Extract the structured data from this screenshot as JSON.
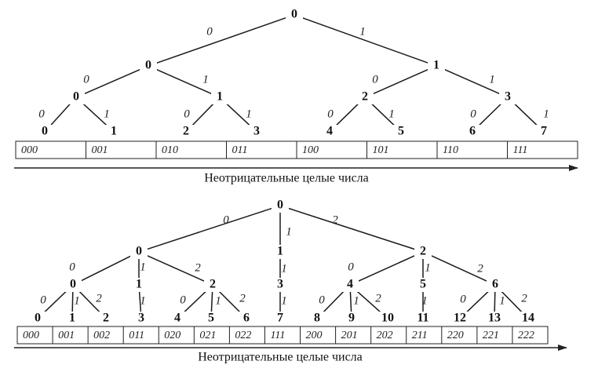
{
  "diagrams": [
    {
      "name": "binary",
      "nodes": [
        {
          "id": "a",
          "label": "0"
        },
        {
          "id": "b",
          "label": "0"
        },
        {
          "id": "c",
          "label": "1"
        },
        {
          "id": "d",
          "label": "0"
        },
        {
          "id": "e",
          "label": "1"
        },
        {
          "id": "f",
          "label": "2"
        },
        {
          "id": "g",
          "label": "3"
        },
        {
          "id": "h",
          "label": "0"
        },
        {
          "id": "i",
          "label": "1"
        },
        {
          "id": "j",
          "label": "2"
        },
        {
          "id": "k",
          "label": "3"
        },
        {
          "id": "l",
          "label": "4"
        },
        {
          "id": "m",
          "label": "5"
        },
        {
          "id": "n",
          "label": "6"
        },
        {
          "id": "o",
          "label": "7"
        }
      ],
      "edges": [
        {
          "from": "a",
          "to": "b",
          "label": "0"
        },
        {
          "from": "a",
          "to": "c",
          "label": "1"
        },
        {
          "from": "b",
          "to": "d",
          "label": "0"
        },
        {
          "from": "b",
          "to": "e",
          "label": "1"
        },
        {
          "from": "c",
          "to": "f",
          "label": "0"
        },
        {
          "from": "c",
          "to": "g",
          "label": "1"
        },
        {
          "from": "d",
          "to": "h",
          "label": "0"
        },
        {
          "from": "d",
          "to": "i",
          "label": "1"
        },
        {
          "from": "e",
          "to": "j",
          "label": "0"
        },
        {
          "from": "e",
          "to": "k",
          "label": "1"
        },
        {
          "from": "f",
          "to": "l",
          "label": "0"
        },
        {
          "from": "f",
          "to": "m",
          "label": "1"
        },
        {
          "from": "g",
          "to": "n",
          "label": "0"
        },
        {
          "from": "g",
          "to": "o",
          "label": "1"
        }
      ],
      "codes": [
        "000",
        "001",
        "010",
        "011",
        "100",
        "101",
        "110",
        "111"
      ],
      "caption": "Неотрицательные целые числа"
    },
    {
      "name": "ternary",
      "nodes": [
        {
          "id": "A",
          "label": "0"
        },
        {
          "id": "B",
          "label": "0"
        },
        {
          "id": "C",
          "label": "1"
        },
        {
          "id": "D",
          "label": "2"
        },
        {
          "id": "E",
          "label": "0"
        },
        {
          "id": "F",
          "label": "1"
        },
        {
          "id": "G",
          "label": "2"
        },
        {
          "id": "H",
          "label": "3"
        },
        {
          "id": "I",
          "label": "4"
        },
        {
          "id": "J",
          "label": "5"
        },
        {
          "id": "K",
          "label": "6"
        },
        {
          "id": "L0",
          "label": "0"
        },
        {
          "id": "L1",
          "label": "1"
        },
        {
          "id": "L2",
          "label": "2"
        },
        {
          "id": "L3",
          "label": "3"
        },
        {
          "id": "L4",
          "label": "4"
        },
        {
          "id": "L5",
          "label": "5"
        },
        {
          "id": "L6",
          "label": "6"
        },
        {
          "id": "L7",
          "label": "7"
        },
        {
          "id": "L8",
          "label": "8"
        },
        {
          "id": "L9",
          "label": "9"
        },
        {
          "id": "L10",
          "label": "10"
        },
        {
          "id": "L11",
          "label": "11"
        },
        {
          "id": "L12",
          "label": "12"
        },
        {
          "id": "L13",
          "label": "13"
        },
        {
          "id": "L14",
          "label": "14"
        }
      ],
      "edges": [
        {
          "from": "A",
          "to": "B",
          "label": "0"
        },
        {
          "from": "A",
          "to": "C",
          "label": "1"
        },
        {
          "from": "A",
          "to": "D",
          "label": "2"
        },
        {
          "from": "B",
          "to": "E",
          "label": "0"
        },
        {
          "from": "B",
          "to": "F",
          "label": "1"
        },
        {
          "from": "B",
          "to": "G",
          "label": "2"
        },
        {
          "from": "C",
          "to": "H",
          "label": "1"
        },
        {
          "from": "D",
          "to": "I",
          "label": "0"
        },
        {
          "from": "D",
          "to": "J",
          "label": "1"
        },
        {
          "from": "D",
          "to": "K",
          "label": "2"
        },
        {
          "from": "E",
          "to": "L0",
          "label": "0"
        },
        {
          "from": "E",
          "to": "L1",
          "label": "1"
        },
        {
          "from": "E",
          "to": "L2",
          "label": "2"
        },
        {
          "from": "F",
          "to": "L3",
          "label": "1"
        },
        {
          "from": "G",
          "to": "L4",
          "label": "0"
        },
        {
          "from": "G",
          "to": "L5",
          "label": "1"
        },
        {
          "from": "G",
          "to": "L6",
          "label": "2"
        },
        {
          "from": "H",
          "to": "L7",
          "label": "1"
        },
        {
          "from": "I",
          "to": "L8",
          "label": "0"
        },
        {
          "from": "I",
          "to": "L9",
          "label": "1"
        },
        {
          "from": "I",
          "to": "L10",
          "label": "2"
        },
        {
          "from": "J",
          "to": "L11",
          "label": "1"
        },
        {
          "from": "K",
          "to": "L12",
          "label": "0"
        },
        {
          "from": "K",
          "to": "L13",
          "label": "1"
        },
        {
          "from": "K",
          "to": "L14",
          "label": "2"
        }
      ],
      "codes": [
        "000",
        "001",
        "002",
        "011",
        "020",
        "021",
        "022",
        "111",
        "200",
        "201",
        "202",
        "211",
        "220",
        "221",
        "222"
      ],
      "caption": "Неотрицательные целые числа"
    }
  ]
}
